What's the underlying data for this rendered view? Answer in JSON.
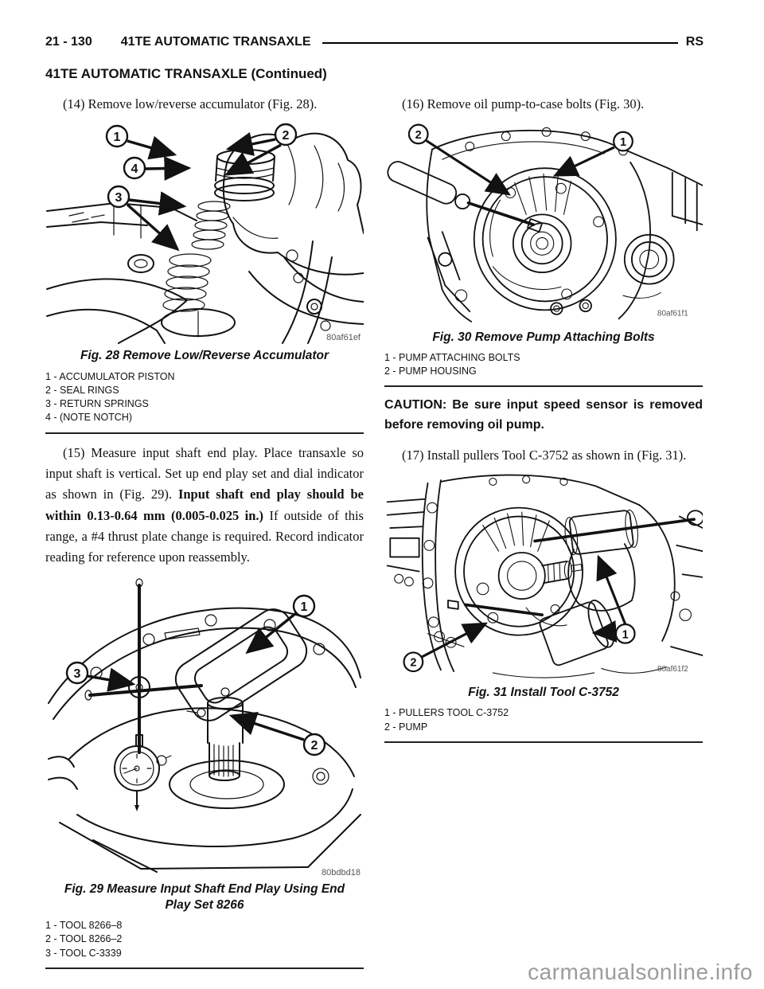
{
  "header": {
    "page_number": "21 - 130",
    "section_title": "41TE AUTOMATIC TRANSAXLE",
    "region_code": "RS",
    "continued_title": "41TE AUTOMATIC TRANSAXLE (Continued)"
  },
  "watermark": "carmanualsonline.info",
  "left": {
    "step14": "(14) Remove low/reverse accumulator (Fig. 28).",
    "fig28": {
      "caption": "Fig. 28 Remove Low/Reverse Accumulator",
      "image_code": "80af61ef",
      "callouts": [
        "1",
        "2",
        "4",
        "3"
      ],
      "legend": [
        "1 - ACCUMULATOR PISTON",
        "2 - SEAL RINGS",
        "3 - RETURN SPRINGS",
        "4 - (NOTE NOTCH)"
      ]
    },
    "step15_part1": "(15) Measure input shaft end play. Place transaxle so input shaft is vertical. Set up end play set and dial indicator as shown in (Fig. 29). ",
    "step15_bold": "Input shaft end play should be within 0.13-0.64 mm (0.005-0.025 in.)",
    "step15_part2": " If outside of this range, a #4 thrust plate change is required. Record indicator reading for reference upon reassembly.",
    "fig29": {
      "caption": "Fig. 29 Measure Input Shaft End Play Using End Play Set 8266",
      "image_code": "80bdbd18",
      "callouts": [
        "1",
        "3",
        "2"
      ],
      "legend": [
        "1 - TOOL 8266–8",
        "2 - TOOL 8266–2",
        "3 - TOOL C-3339"
      ]
    }
  },
  "right": {
    "step16": "(16) Remove oil pump-to-case bolts (Fig. 30).",
    "fig30": {
      "caption": "Fig. 30 Remove Pump Attaching Bolts",
      "image_code": "80af61f1",
      "callouts": [
        "2",
        "1"
      ],
      "legend": [
        "1 - PUMP ATTACHING BOLTS",
        "2 - PUMP HOUSING"
      ]
    },
    "caution": "CAUTION: Be sure input speed sensor is removed before removing oil pump.",
    "step17": "(17) Install pullers Tool C-3752 as shown in (Fig. 31).",
    "fig31": {
      "caption": "Fig. 31 Install Tool C-3752",
      "image_code": "80af61f2",
      "callouts": [
        "1",
        "2"
      ],
      "legend": [
        "1 - PULLERS TOOL C-3752",
        "2 - PUMP"
      ]
    }
  }
}
